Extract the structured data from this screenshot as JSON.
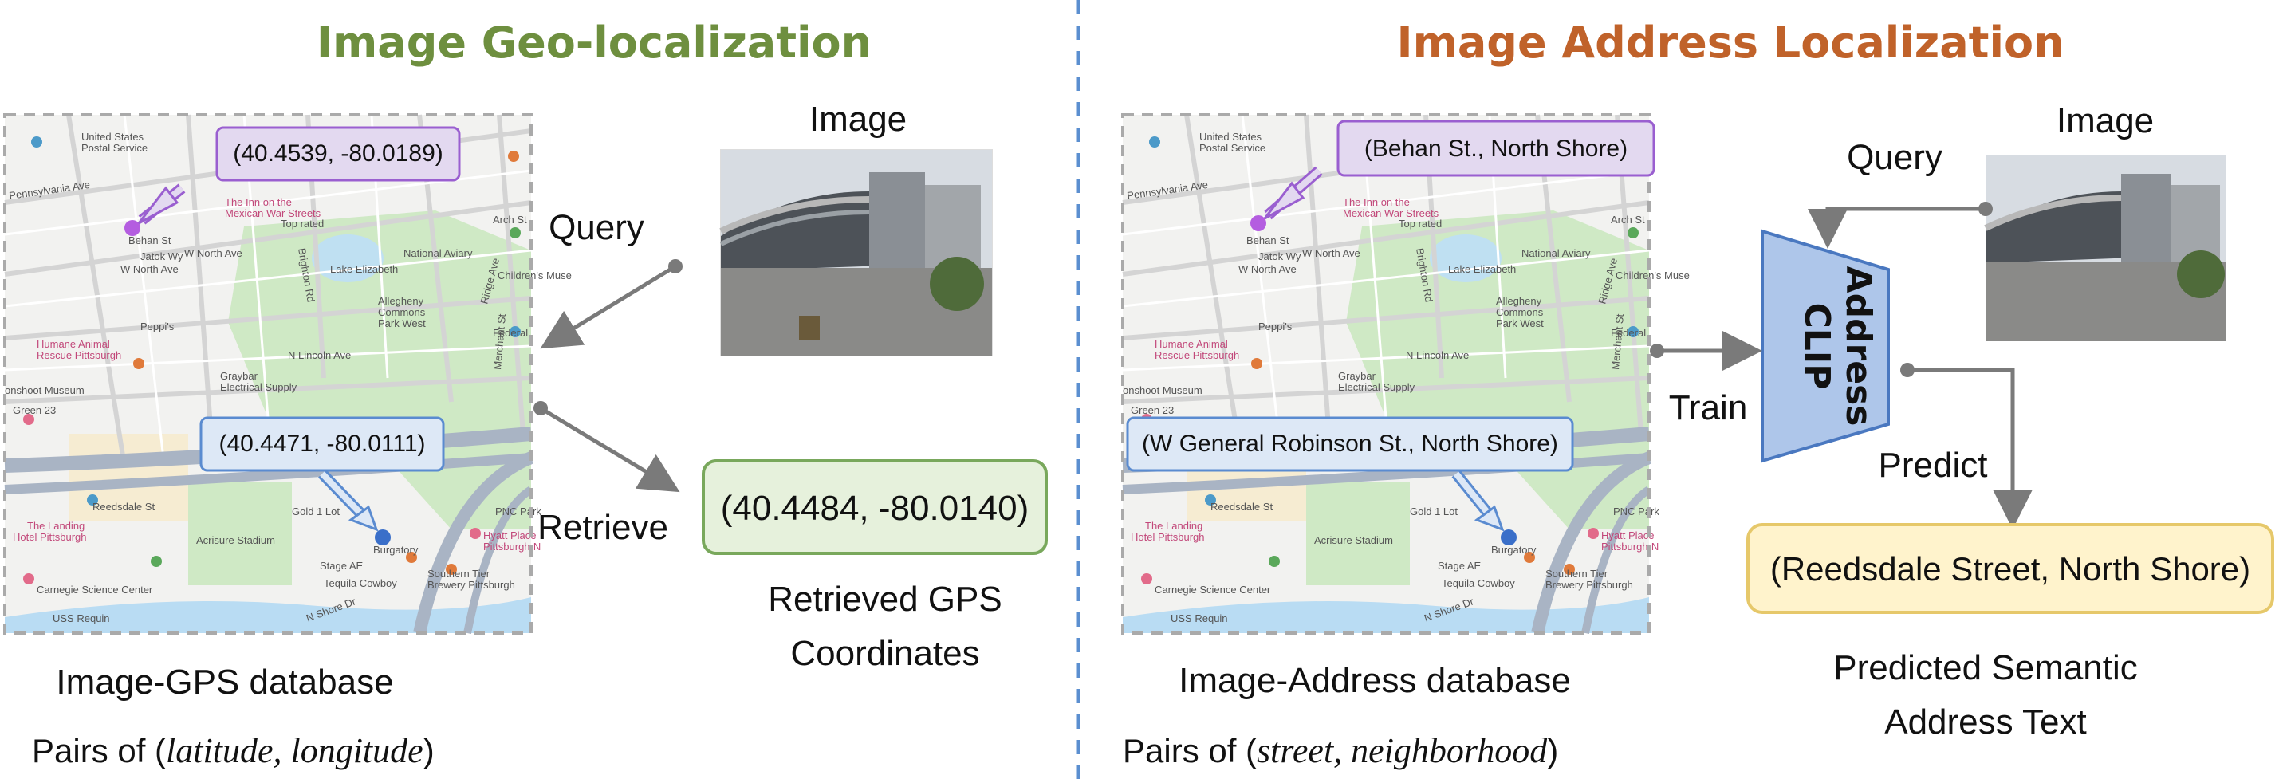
{
  "left": {
    "title": "Image Geo-localization",
    "image_label": "Image",
    "query_label": "Query",
    "retrieve_label": "Retrieve",
    "callout_top": "(40.4539, -80.0189)",
    "callout_bottom": "(40.4471, -80.0111)",
    "result_box": "(40.4484, -80.0140)",
    "result_caption_line1": "Retrieved GPS",
    "result_caption_line2": "Coordinates",
    "db_caption": "Image-GPS database",
    "pairs_prefix": "Pairs of (",
    "pairs_terms": "latitude, longitude",
    "pairs_suffix": ")"
  },
  "right": {
    "title": "Image Address Localization",
    "image_label": "Image",
    "query_label": "Query",
    "train_label": "Train",
    "predict_label": "Predict",
    "model_line1": "Address",
    "model_line2": "CLIP",
    "callout_top": "(Behan St., North Shore)",
    "callout_bottom": "(W General Robinson St., North Shore)",
    "result_box": "(Reedsdale Street, North Shore)",
    "result_caption_line1": "Predicted Semantic",
    "result_caption_line2": "Address Text",
    "db_caption": "Image-Address database",
    "pairs_prefix": "Pairs of (",
    "pairs_terms": "street, neighborhood",
    "pairs_suffix": ")"
  },
  "map_labels": {
    "postal": "United States",
    "postal2": "Postal Service",
    "pennsylvania": "Pennsylvania Ave",
    "inn": "The Inn on the",
    "inn2": "Mexican War Streets",
    "toprated": "Top rated",
    "behan": "Behan St",
    "jatok": "Jatok Wy",
    "wnorth": "W North Ave",
    "wnorth2": "W North Ave",
    "national": "National Aviary",
    "lake": "Lake Elizabeth",
    "allegheny": "Allegheny",
    "commons": "Commons",
    "parkwest": "Park West",
    "childrens": "Children's Muse",
    "arch": "Arch St",
    "peppis": "Peppi's",
    "humane": "Humane Animal",
    "humane2": "Rescue Pittsburgh",
    "nlincoln": "N Lincoln Ave",
    "graybar": "Graybar",
    "graybar2": "Electrical Supply",
    "museum": "onshoot Museum",
    "federal": "Federal",
    "green": "Green 23",
    "reedsdale": "Reedsdale St",
    "landing": "The Landing",
    "landing2": "Hotel Pittsburgh",
    "gold": "Gold 1 Lot",
    "acrisure": "Acrisure Stadium",
    "pnc": "PNC Park",
    "hyatt": "Hyatt Place",
    "hyatt2": "Pittsburgh-N",
    "burgatory": "Burgatory",
    "stage": "Stage AE",
    "tequila": "Tequila Cowboy",
    "southern": "Southern Tier",
    "southern2": "Brewery Pittsburgh",
    "carnegie": "Carnegie Science Center",
    "uss": "USS Requin",
    "nshore": "N Shore Dr",
    "ridge": "Ridge Ave",
    "brighton": "Brighton Rd",
    "merchant": "Merchant St"
  },
  "colors": {
    "left_title": "#6e8f3f",
    "right_title": "#c0622a",
    "purple_fill": "#e3d9f0",
    "purple_stroke": "#9a5fd0",
    "blue_fill": "#dde8f6",
    "blue_stroke": "#5a8bd0",
    "green_fill": "#e6f1dc",
    "green_stroke": "#79a85c",
    "yellow_fill": "#fff3cc",
    "yellow_stroke": "#e6c86a",
    "clip_fill": "#aec6ea",
    "clip_stroke": "#4a78c0",
    "divider": "#5b8fd0",
    "arrow": "#7a7a7a"
  }
}
